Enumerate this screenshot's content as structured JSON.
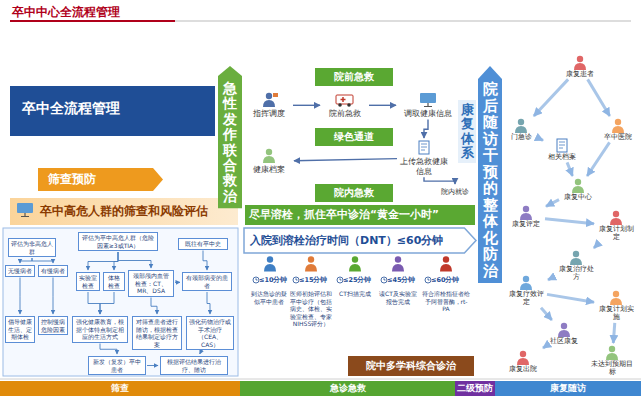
{
  "diagram": {
    "title": "卒中中心全流程管理",
    "nodes": [
      {
        "text": [
          "卒中全流程管理"
        ]
      },
      {
        "text": [
          "筛查预防"
        ]
      },
      {
        "text": [
          "卒中高危人群的筛查和风险评估"
        ]
      },
      {
        "text": [
          "评估为非高危人群"
        ]
      },
      {
        "text": [
          "评估为卒中高危人群（危险因素≥3或TIA）"
        ]
      },
      {
        "text": [
          "既往有卒中史"
        ]
      },
      {
        "text": [
          "无慢病者"
        ]
      },
      {
        "text": [
          "有慢病者"
        ]
      },
      {
        "text": [
          "实验室检查"
        ]
      },
      {
        "text": [
          "体格检查"
        ]
      },
      {
        "text": [
          "颈部颅内血管检查：CT、MR、DSA"
        ]
      },
      {
        "text": [
          "有颈部病变的患者"
        ]
      },
      {
        "text": [
          "倡导健康生活、定期体检"
        ]
      },
      {
        "text": [
          "控制慢病危险因素"
        ]
      },
      {
        "text": [
          "强化健康教育，根据个体特点制定相应的生活方式"
        ]
      },
      {
        "text": [
          "对筛查患者进行随访，根据检查结果制定诊疗方案"
        ]
      },
      {
        "text": [
          "强化药物治疗或手术治疗（CEA、CAS）"
        ]
      },
      {
        "text": [
          "新发（复发）卒中患者"
        ]
      },
      {
        "text": [
          "根据评估结果进行治疗、随访"
        ]
      },
      {
        "text": [
          "急性发作联合救治"
        ]
      },
      {
        "text": [
          "院前急救"
        ]
      },
      {
        "text": [
          "指挥调度"
        ]
      },
      {
        "text": [
          "院前急救"
        ]
      },
      {
        "text": [
          "调取健康信息"
        ]
      },
      {
        "text": [
          "绿色通道"
        ]
      },
      {
        "text": [
          "上传急救健康信息"
        ]
      },
      {
        "text": [
          "健康档案"
        ]
      },
      {
        "text": [
          "院内就诊"
        ]
      },
      {
        "text": [
          "院内急救"
        ]
      },
      {
        "text": [
          "尽早溶栓，抓住卒中诊治“黄金一小时”"
        ]
      },
      {
        "text": [
          "入院到溶栓治疗时间（DNT）≤60分钟"
        ]
      },
      {
        "text": [
          "院中多学科综合诊治"
        ]
      },
      {
        "text": [
          "康复体系"
        ]
      },
      {
        "text": [
          "院后随访干预的整体化防治"
        ]
      },
      {
        "text": [
          "康复患者"
        ]
      },
      {
        "text": [
          "门急诊"
        ]
      },
      {
        "text": [
          "相关档案"
        ]
      },
      {
        "text": [
          "卒中医院"
        ]
      },
      {
        "text": [
          "康复中心"
        ]
      },
      {
        "text": [
          "康复评定"
        ]
      },
      {
        "text": [
          "康复计划制定"
        ]
      },
      {
        "text": [
          "康复治疗处方"
        ]
      },
      {
        "text": [
          "康复疗效评定"
        ]
      },
      {
        "text": [
          "康复计划实施"
        ]
      },
      {
        "text": [
          "未达到预期目标"
        ]
      },
      {
        "text": [
          "社区康复"
        ]
      },
      {
        "text": [
          "康复出院"
        ]
      },
      {
        "text": [
          "筛查"
        ]
      },
      {
        "text": [
          "急诊急救"
        ]
      },
      {
        "text": [
          "二级预防"
        ]
      },
      {
        "text": [
          "康复随访"
        ]
      }
    ],
    "edges": [
      {
        "from": 3,
        "to": 6,
        "arrow": "to"
      },
      {
        "from": 3,
        "to": 7,
        "arrow": "to"
      },
      {
        "from": 4,
        "to": 8,
        "arrow": "to"
      },
      {
        "from": 4,
        "to": 9,
        "arrow": "to"
      },
      {
        "from": 4,
        "to": 10,
        "arrow": "to"
      },
      {
        "from": 10,
        "to": 11,
        "arrow": "to"
      },
      {
        "from": 5,
        "to": 11,
        "arrow": "to"
      },
      {
        "from": 6,
        "to": 12,
        "arrow": "to"
      },
      {
        "from": 7,
        "to": 13,
        "arrow": "to"
      },
      {
        "from": 8,
        "to": 14,
        "arrow": "to"
      },
      {
        "from": 9,
        "to": 14,
        "arrow": "to"
      },
      {
        "from": 10,
        "to": 15,
        "arrow": "to"
      },
      {
        "from": 11,
        "to": 16,
        "arrow": "to"
      },
      {
        "from": 14,
        "to": 17,
        "arrow": "to"
      },
      {
        "from": 16,
        "to": 18,
        "arrow": "to"
      },
      {
        "from": 17,
        "to": 18,
        "arrow": "to"
      },
      {
        "from": 21,
        "to": 22,
        "arrow": "to"
      },
      {
        "from": 22,
        "to": 23,
        "arrow": "to"
      },
      {
        "from": 23,
        "to": 25,
        "arrow": "to"
      },
      {
        "from": 25,
        "to": 26,
        "arrow": "to"
      },
      {
        "from": 25,
        "to": 27,
        "arrow": "to"
      },
      {
        "from": 34,
        "to": 35,
        "arrow": "to"
      },
      {
        "from": 34,
        "to": 37,
        "arrow": "to"
      },
      {
        "from": 35,
        "to": 36,
        "arrow": "to"
      },
      {
        "from": 36,
        "to": 38,
        "arrow": "to"
      },
      {
        "from": 37,
        "to": 38,
        "arrow": "to"
      },
      {
        "from": 38,
        "to": 39,
        "arrow": "to"
      },
      {
        "from": 39,
        "to": 40,
        "arrow": "to"
      },
      {
        "from": 40,
        "to": 41,
        "arrow": "to"
      },
      {
        "from": 41,
        "to": 42,
        "arrow": "to"
      },
      {
        "from": 42,
        "to": 43,
        "arrow": "to"
      },
      {
        "from": 43,
        "to": 44,
        "arrow": "to"
      },
      {
        "from": 42,
        "to": 45,
        "arrow": "to"
      },
      {
        "from": 45,
        "to": 46,
        "arrow": "to"
      }
    ],
    "labels": [
      "≤10分钟",
      "到达急诊的疑似卒中患者",
      "≤15分钟",
      "医师初始评估和卒中诊疗（包括病史、体检、实验室检查、专家NIHSS评分）",
      "≤25分钟",
      "CT扫描完成",
      "≤45分钟",
      "读CT及实验室报告完成",
      "≤60分钟",
      "符合溶栓指征者给予阿替普酶，rt-PA"
    ]
  }
}
